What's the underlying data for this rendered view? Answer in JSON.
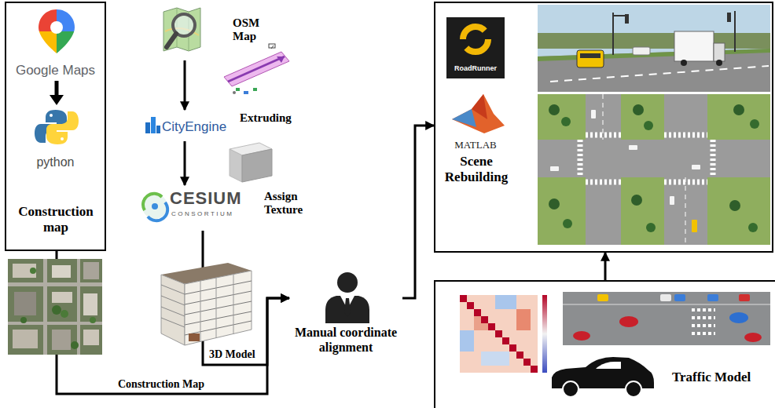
{
  "diagram": {
    "nodes": [
      {
        "text": [
          "Google Maps",
          "python",
          "Construction map"
        ]
      },
      {
        "text": [
          "OSM Map"
        ]
      },
      {
        "text": [
          "CityEngine",
          "Extruding"
        ]
      },
      {
        "text": [
          "CESIUM",
          "CONSORTIUM",
          "Assign Texture"
        ]
      },
      {
        "text": [
          "Manual coordinate alignment"
        ]
      },
      {
        "text": [
          "RoadRunner",
          "MATLAB",
          "Scene Rebuilding"
        ]
      },
      {
        "text": [
          "Traffic Model"
        ]
      }
    ],
    "edges": [
      {
        "from": 1,
        "to": 2,
        "arrow": "to"
      },
      {
        "from": 2,
        "to": 3,
        "arrow": "to"
      },
      {
        "from": 3,
        "to": 4,
        "label": "3D Model",
        "arrow": "to"
      },
      {
        "from": 0,
        "to": 4,
        "label": "Construction Map",
        "arrow": "to"
      },
      {
        "from": 4,
        "to": 5,
        "arrow": "to"
      },
      {
        "from": 6,
        "to": 5,
        "arrow": "to"
      }
    ]
  }
}
